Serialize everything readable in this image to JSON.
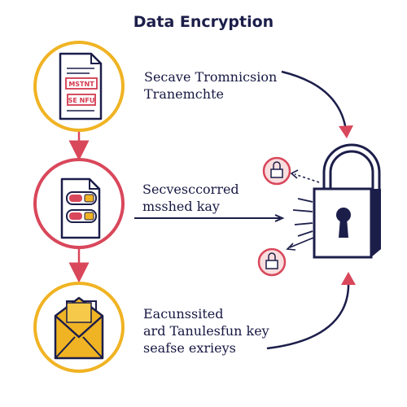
{
  "title": "Data Encryption",
  "steps": [
    {
      "lines": [
        "Secave Tromnicsion",
        "Tranemchte"
      ],
      "icon": "document-icon",
      "doc_lines": [
        "MSTNT",
        "SE NFU"
      ],
      "ring_color": "#f0b323"
    },
    {
      "lines": [
        "Secvesccorred",
        "msshed kay"
      ],
      "icon": "key-cards-icon",
      "ring_color": "#d9475b"
    },
    {
      "lines": [
        "Eacunssited",
        "ard Tanulesfun key",
        "seafse exrieys"
      ],
      "icon": "envelope-icon",
      "ring_color": "#f0b323"
    }
  ],
  "colors": {
    "navy": "#1c1e4a",
    "red": "#d9475b",
    "yellow": "#f0b323",
    "pink_bg": "#f8dede"
  }
}
